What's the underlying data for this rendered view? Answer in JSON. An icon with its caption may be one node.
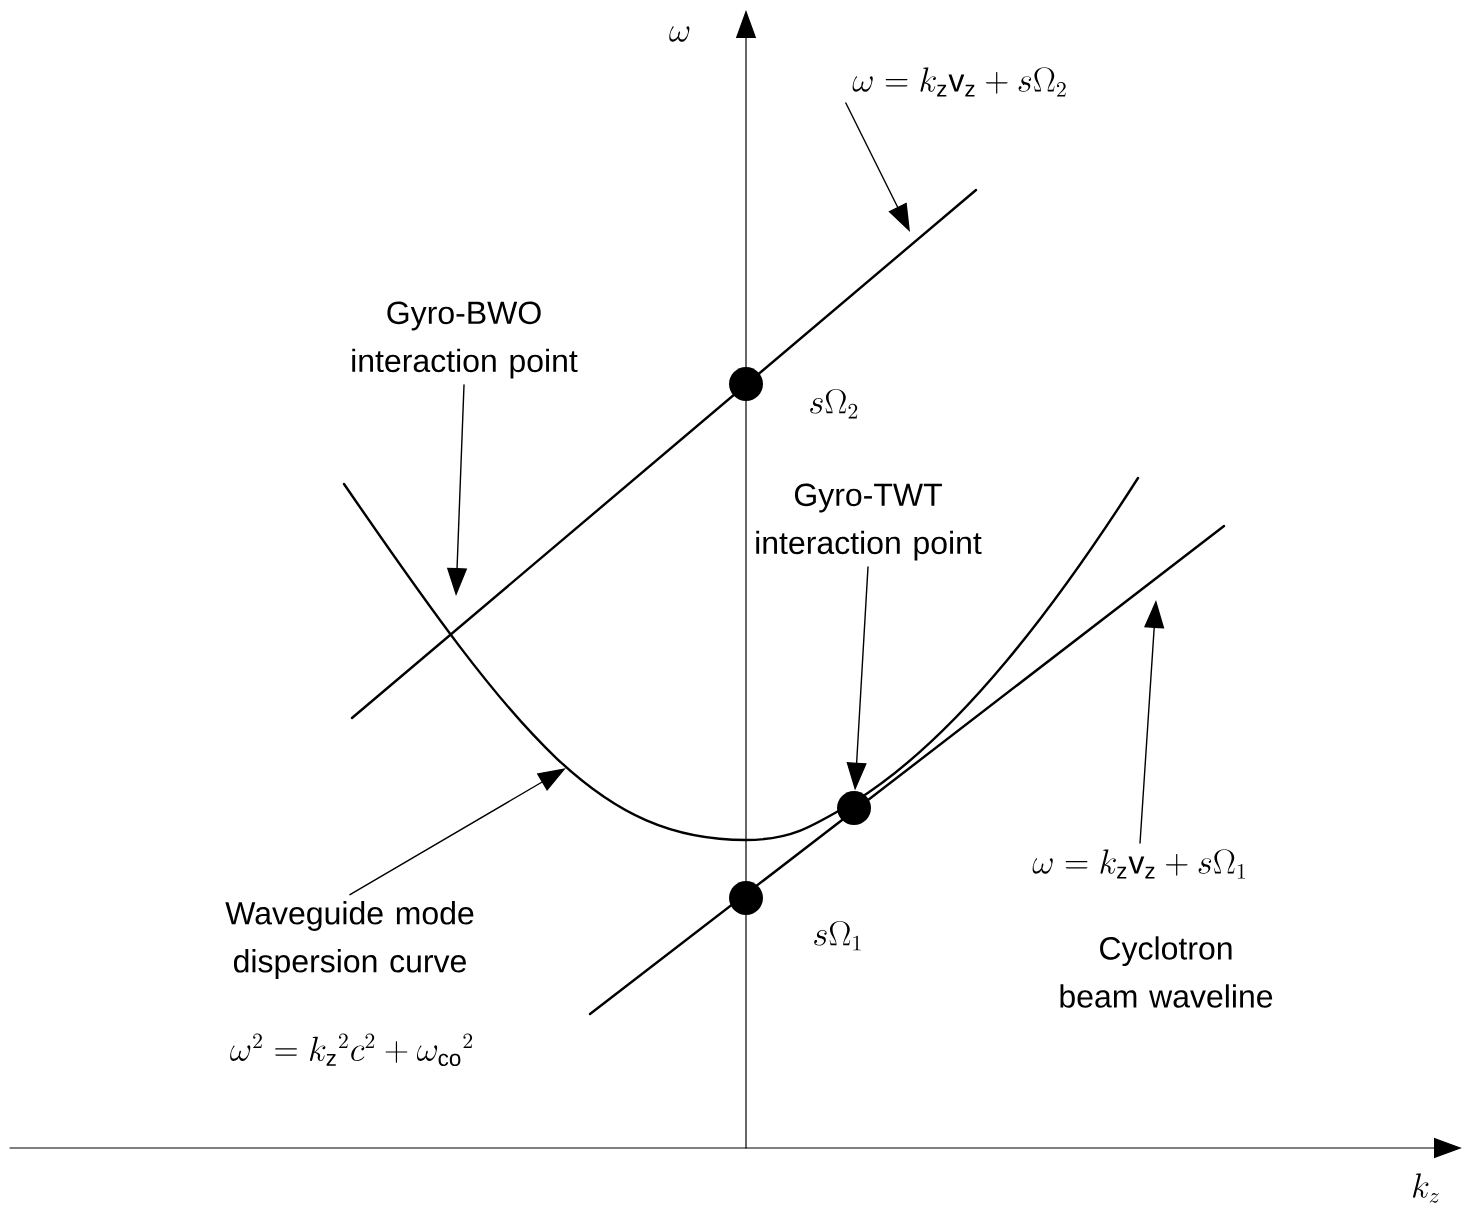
{
  "diagram": {
    "nodes": [
      {
        "text": [
          "Gyro-BWO interaction point"
        ]
      },
      {
        "text": [
          "\\omega = k_{\\mathrm{z}}\\mathrm{v}_{\\mathrm{z}} + s\\Omega_2"
        ]
      },
      {
        "text": [],
        "shape": "circle",
        "beside": [
          "s\\Omega_2"
        ]
      },
      {
        "text": [
          "Gyro-TWT interaction point"
        ]
      },
      {
        "text": [],
        "shape": "circle"
      },
      {
        "text": [],
        "shape": "circle",
        "beside": [
          "s\\Omega_1"
        ]
      },
      {
        "text": [
          "Waveguide mode dispersion curve"
        ]
      },
      {
        "text": [
          "\\omega = k_{\\mathrm{z}}\\mathrm{v}_{\\mathrm{z}} + s\\Omega_1"
        ]
      }
    ],
    "edges": [
      {
        "from": 0,
        "to": null,
        "arrow": "to"
      },
      {
        "from": 1,
        "to": null,
        "arrow": "to"
      },
      {
        "from": 3,
        "to": 4,
        "arrow": "to"
      },
      {
        "from": 6,
        "to": null,
        "arrow": "to"
      },
      {
        "from": 7,
        "to": null,
        "arrow": "to"
      }
    ],
    "labels": [
      "\\omega",
      "k_z",
      "\\omega^2 = k_{\\mathrm{z}}{}^2c^2 + \\omega_{\\mathrm{co}}{}^2",
      "Cyclotron beam waveline"
    ]
  }
}
